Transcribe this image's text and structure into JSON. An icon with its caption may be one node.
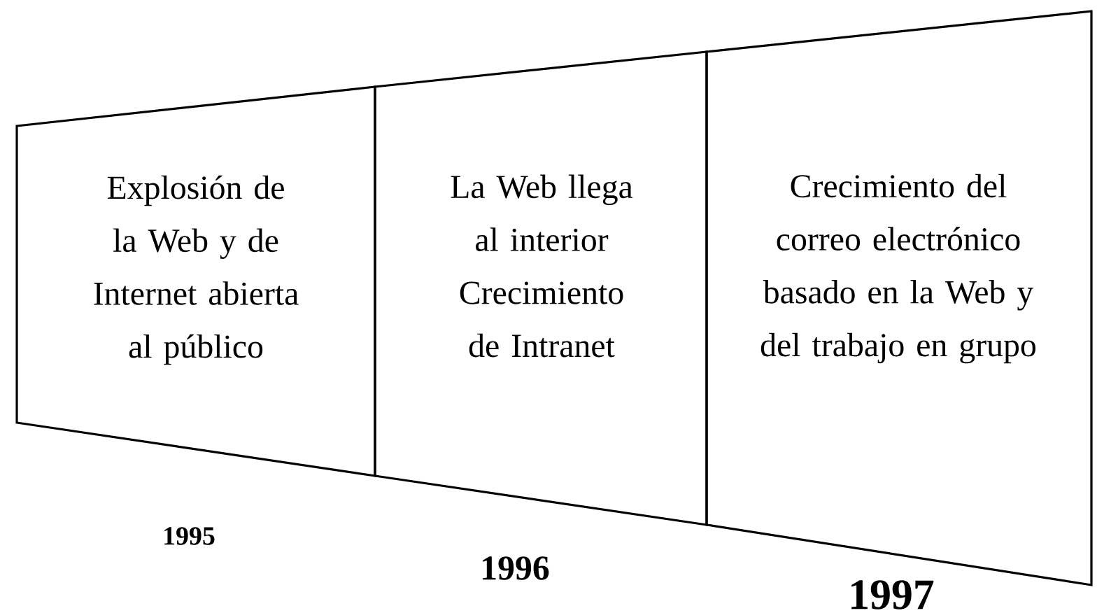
{
  "diagram": {
    "nodes": [
      {
        "text": [
          "Explosión de la Web y de Internet abierta al público"
        ],
        "beside": [
          "1995"
        ]
      },
      {
        "text": [
          "La Web llega al interior Crecimiento de Intranet"
        ],
        "beside": [
          "1996"
        ]
      },
      {
        "text": [
          "Crecimiento del correo electrónico basado en la Web y del trabajo en grupo"
        ],
        "beside": [
          "1997"
        ]
      }
    ]
  }
}
